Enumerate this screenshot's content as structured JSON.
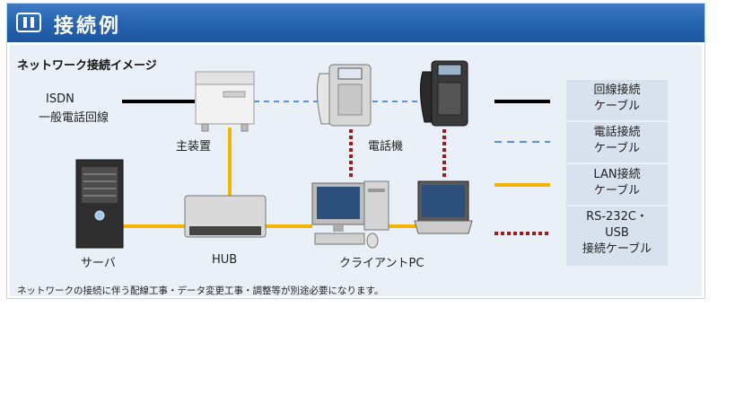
{
  "header": {
    "title": "接続例"
  },
  "subtitle": "ネットワーク接続イメージ",
  "nodes": {
    "isdn_line1": "ISDN",
    "isdn_line2": "一般電話回線",
    "main_unit": "主装置",
    "phone": "電話機",
    "server": "サーバ",
    "hub": "HUB",
    "client_pc": "クライアントPC"
  },
  "legend": [
    {
      "line1": "回線接続",
      "line2": "ケーブル",
      "style": "solid-black",
      "color": "#000000"
    },
    {
      "line1": "電話接続",
      "line2": "ケーブル",
      "style": "dashed-blue",
      "color": "#5b8fd6"
    },
    {
      "line1": "LAN接続",
      "line2": "ケーブル",
      "style": "solid-yellow",
      "color": "#f4b400"
    },
    {
      "line1": "RS-232C・",
      "line2": "USB",
      "line3": "接続ケーブル",
      "style": "dotted-red",
      "color": "#9b1d1d"
    }
  ],
  "note": "ネットワークの接続に伴う配線工事・データ変更工事・調整等が別途必要になります。",
  "colors": {
    "header_blue": "#2562ae",
    "panel_bg": "#e9f0f7",
    "legend_bg": "#d8e2ee"
  }
}
